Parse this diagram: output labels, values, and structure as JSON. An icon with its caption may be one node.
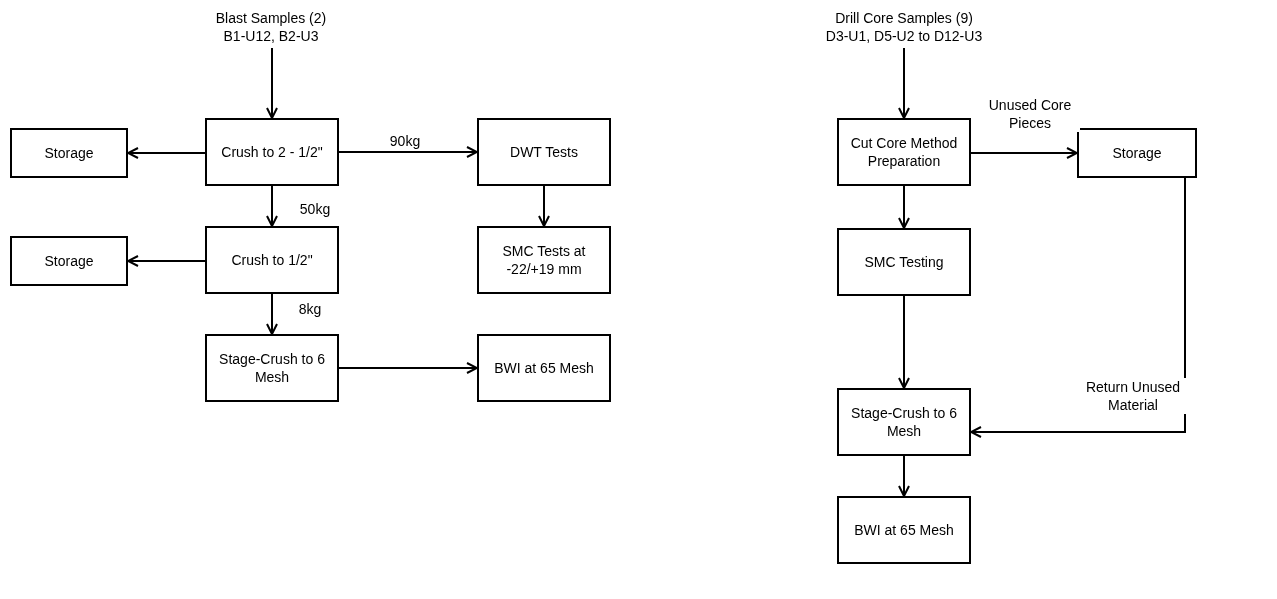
{
  "diagram": {
    "nodes": [
      {
        "text": [
          "Blast Samples (2)",
          "B1-U12, B2-U3"
        ]
      },
      {
        "text": [
          "Storage"
        ]
      },
      {
        "text": [
          "Crush to 2 - 1/2\""
        ]
      },
      {
        "text": [
          "DWT Tests"
        ]
      },
      {
        "text": [
          "Storage"
        ]
      },
      {
        "text": [
          "Crush to 1/2\""
        ]
      },
      {
        "text": [
          "SMC Tests at -22/+19 mm"
        ]
      },
      {
        "text": [
          "Stage-Crush to 6 Mesh"
        ]
      },
      {
        "text": [
          "BWI at 65 Mesh"
        ]
      },
      {
        "text": [
          "Drill Core Samples (9)",
          "D3-U1, D5-U2 to D12-U3"
        ]
      },
      {
        "text": [
          "Cut Core Method Preparation"
        ]
      },
      {
        "text": [
          "Storage"
        ]
      },
      {
        "text": [
          "SMC Testing"
        ]
      },
      {
        "text": [
          "Stage-Crush to 6 Mesh"
        ]
      },
      {
        "text": [
          "BWI at 65 Mesh"
        ]
      }
    ],
    "edges": [
      {
        "from": 0,
        "to": 2,
        "arrow": "to"
      },
      {
        "from": 2,
        "to": 1,
        "arrow": "to"
      },
      {
        "from": 2,
        "to": 3,
        "arrow": "to",
        "label": "90kg"
      },
      {
        "from": 2,
        "to": 5,
        "arrow": "to",
        "label": "50kg"
      },
      {
        "from": 5,
        "to": 4,
        "arrow": "to"
      },
      {
        "from": 3,
        "to": 6,
        "arrow": "to"
      },
      {
        "from": 5,
        "to": 7,
        "arrow": "to",
        "label": "8kg"
      },
      {
        "from": 7,
        "to": 8,
        "arrow": "to"
      },
      {
        "from": 9,
        "to": 10,
        "arrow": "to"
      },
      {
        "from": 10,
        "to": 11,
        "arrow": "to",
        "label": "Unused Core Pieces"
      },
      {
        "from": 10,
        "to": 12,
        "arrow": "to"
      },
      {
        "from": 12,
        "to": 13,
        "arrow": "to"
      },
      {
        "from": 11,
        "to": 13,
        "arrow": "to",
        "label": "Return Unused Material"
      },
      {
        "from": 13,
        "to": 14,
        "arrow": "to"
      }
    ]
  }
}
